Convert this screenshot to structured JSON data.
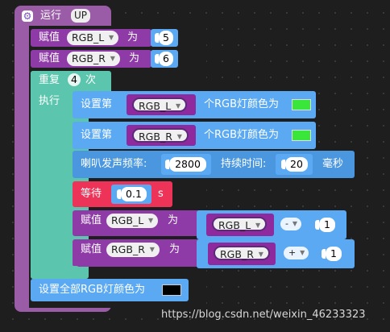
{
  "hat": {
    "label": "运行",
    "badge": "UP",
    "gear_icon": "gear-icon"
  },
  "assign1": {
    "label": "赋值",
    "var": "RGB_L",
    "eq": "为",
    "value": "5"
  },
  "assign2": {
    "label": "赋值",
    "var": "RGB_R",
    "eq": "为",
    "value": "6"
  },
  "repeat": {
    "label": "重复",
    "count": "4",
    "unit": "次",
    "do_label": "执行"
  },
  "set1": {
    "prefix": "设置第",
    "var": "RGB_L",
    "suffix": "个RGB灯颜色为",
    "color": "#39e639"
  },
  "set2": {
    "prefix": "设置第",
    "var": "RGB_R",
    "suffix": "个RGB灯颜色为",
    "color": "#39e639"
  },
  "buzzer": {
    "label": "喇叭发声频率:",
    "freq": "2800",
    "dur_label": "持续时间:",
    "dur": "20",
    "unit": "毫秒"
  },
  "wait": {
    "label": "等待",
    "value": "0.1",
    "unit": "s"
  },
  "assign3": {
    "label": "赋值",
    "var": "RGB_L",
    "eq": "为",
    "expr_var": "RGB_L",
    "op": "-",
    "operand": "1"
  },
  "assign4": {
    "label": "赋值",
    "var": "RGB_R",
    "eq": "为",
    "expr_var": "RGB_R",
    "op": "+",
    "operand": "1"
  },
  "setall": {
    "label": "设置全部RGB灯颜色为",
    "color": "#000000"
  },
  "watermark": "https://blog.csdn.net/weixin_46233323"
}
